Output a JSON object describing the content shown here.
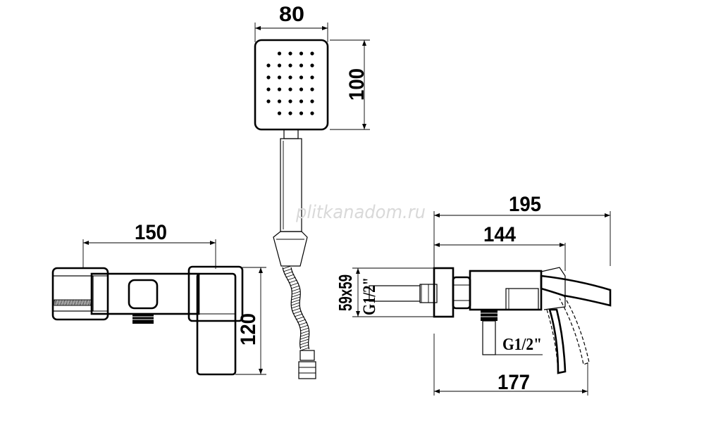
{
  "dimensions": {
    "head_width": "80",
    "head_height": "100",
    "body_width": "150",
    "body_height": "120",
    "total_length": "195",
    "inner_length": "144",
    "spout_length": "177",
    "wall_plate": "59x59"
  },
  "threads": {
    "inlet": "G1/2\"",
    "outlet": "G1/2\""
  },
  "watermark": "plitkanadom.ru"
}
